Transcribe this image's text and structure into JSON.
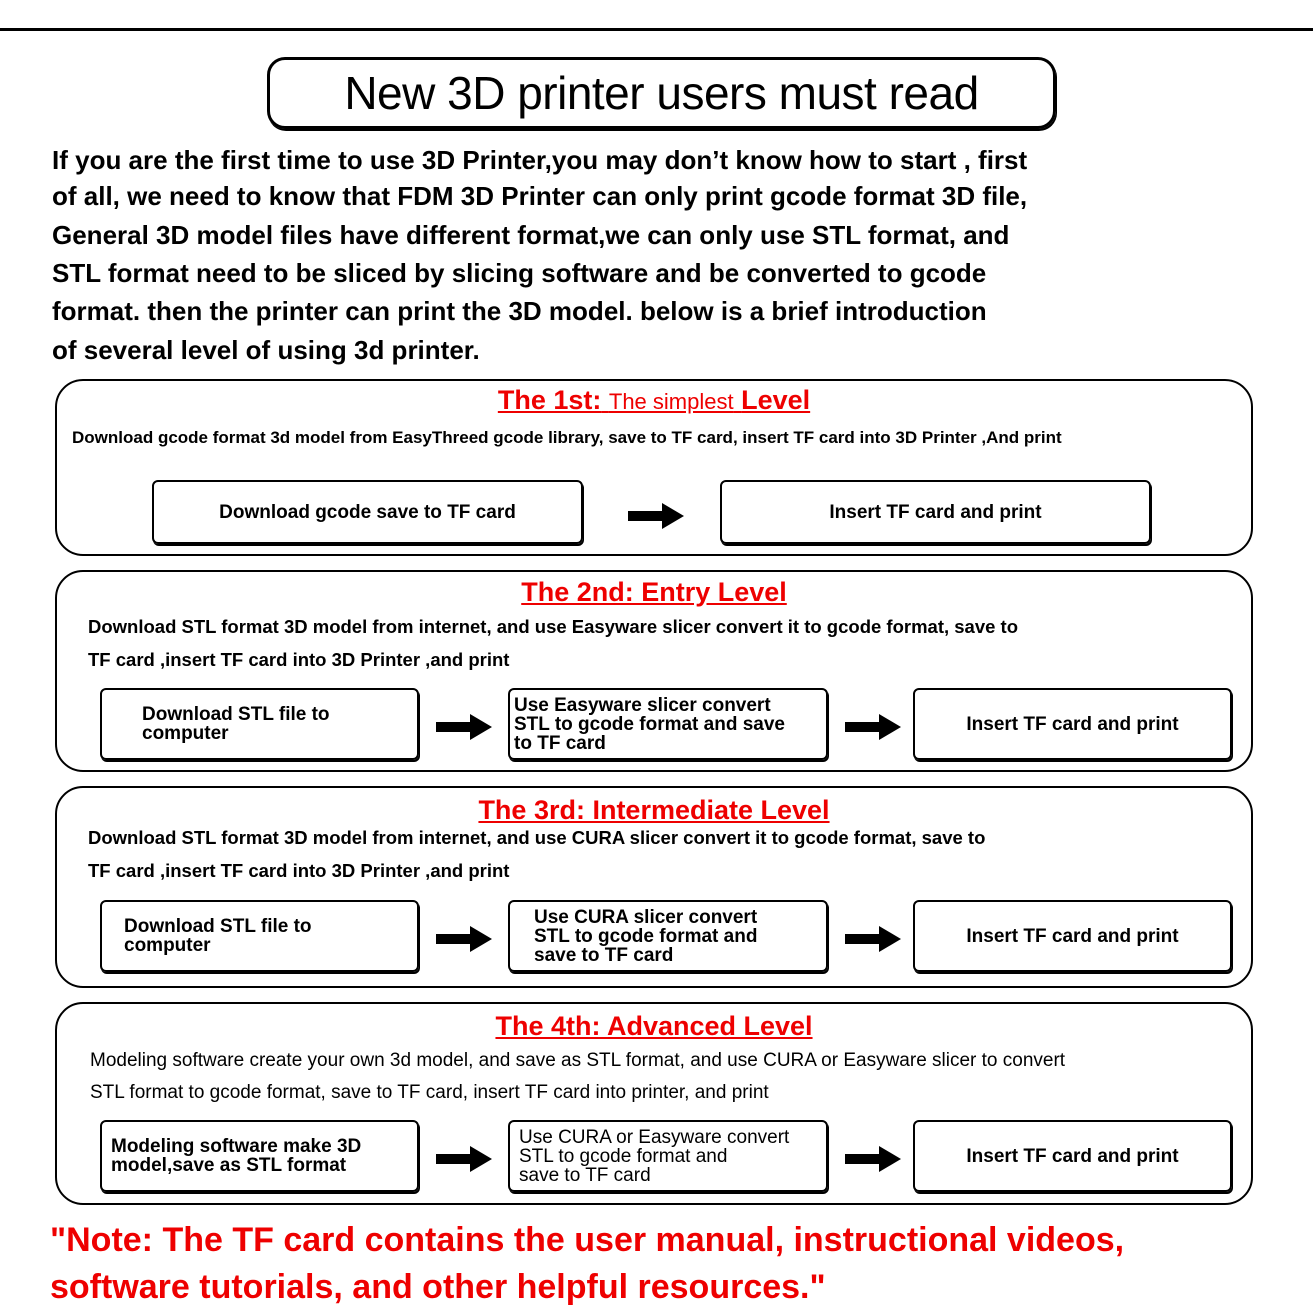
{
  "header": {
    "title": "New 3D printer users must read"
  },
  "intro": [
    "If you are the first time to use 3D Printer,you may don’t know how to start , first",
    "of all, we need to know that FDM 3D Printer can only print gcode format 3D file,",
    "General 3D model files have different format,we can only use STL format,  and",
    "STL format need to be sliced by slicing software and be converted to gcode",
    "format.  then the printer can print the 3D model. below is a brief introduction",
    "of several level of using 3d printer."
  ],
  "levels": [
    {
      "title_a": "The 1st:",
      "title_b": "The simplest",
      "title_c": "Level",
      "desc": [
        "Download gcode format 3d model from  EasyThreed gcode library, save to TF card, insert TF card into 3D Printer ,And print"
      ],
      "steps": [
        "Download gcode save to TF card",
        "Insert TF card and print"
      ]
    },
    {
      "title": "The 2nd: Entry Level",
      "desc": [
        "Download STL format 3D model from internet, and use Easyware slicer convert it to gcode format, save to",
        "TF card ,insert TF card into 3D Printer ,and print"
      ],
      "steps": [
        [
          "Download STL file to",
          "computer"
        ],
        [
          "Use Easyware slicer convert",
          "STL to gcode format and save",
          "to TF card"
        ],
        [
          "Insert TF card and print"
        ]
      ]
    },
    {
      "title": "The 3rd: Intermediate Level",
      "desc": [
        "Download STL format 3D model from internet, and use CURA slicer convert it to gcode format, save to",
        "TF card ,insert TF card into 3D Printer ,and print"
      ],
      "steps": [
        [
          "Download STL file to",
          "computer"
        ],
        [
          "Use CURA slicer convert",
          "STL to gcode format and",
          "save to TF card"
        ],
        [
          "Insert TF card and print"
        ]
      ]
    },
    {
      "title": "The 4th:  Advanced Level",
      "desc": [
        "Modeling software create your own 3d model, and save as STL format,  and use CURA or Easyware slicer to convert",
        "STL format to gcode format, save to TF card, insert TF card into printer, and print"
      ],
      "steps": [
        [
          "Modeling software make 3D",
          "model,save as STL format"
        ],
        [
          "Use CURA or Easyware convert",
          "STL to gcode format and",
          "save to TF card"
        ],
        [
          "Insert TF card and print"
        ]
      ]
    }
  ],
  "note": [
    "\"Note: The TF card contains the user manual, instructional videos,",
    "software tutorials, and other helpful resources.\""
  ],
  "colors": {
    "accent": "#e00000"
  }
}
